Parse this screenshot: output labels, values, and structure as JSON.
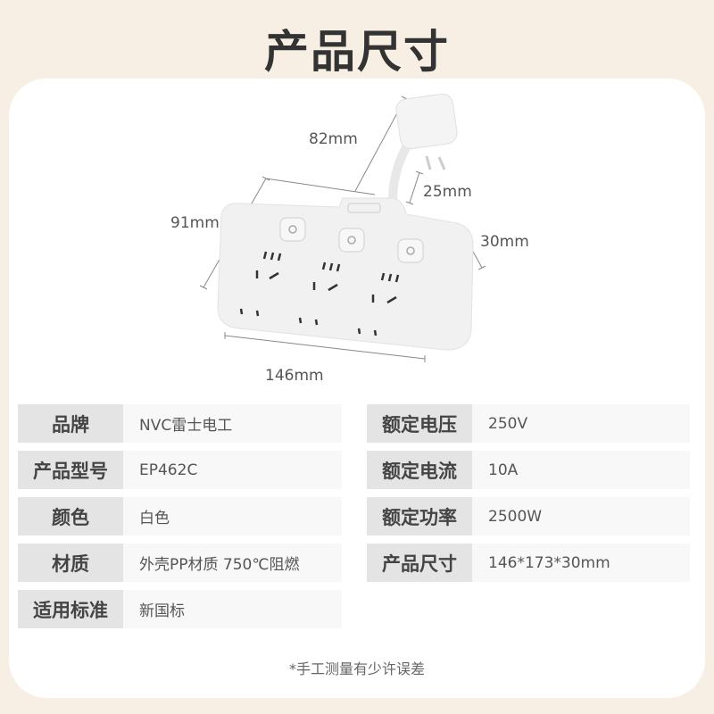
{
  "title": "产品尺寸",
  "dimensions": {
    "plug_length": "82mm",
    "plug_depth": "25mm",
    "depth": "91mm",
    "height": "30mm",
    "width": "146mm"
  },
  "specs_left": [
    {
      "label": "品牌",
      "value": "NVC雷士电工"
    },
    {
      "label": "产品型号",
      "value": "EP462C"
    },
    {
      "label": "颜色",
      "value": "白色"
    },
    {
      "label": "材质",
      "value": "外壳PP材质 750℃阻燃"
    },
    {
      "label": "适用标准",
      "value": "新国标"
    }
  ],
  "specs_right": [
    {
      "label": "额定电压",
      "value": "250V"
    },
    {
      "label": "额定电流",
      "value": "10A"
    },
    {
      "label": "额定功率",
      "value": "2500W"
    },
    {
      "label": "产品尺寸",
      "value": "146*173*30mm"
    }
  ],
  "note": "*手工测量有少许误差",
  "colors": {
    "background": "#f8efe4",
    "card": "#ffffff",
    "label_bg": "#e4e4e4",
    "value_bg": "#f9f8f8",
    "title": "#333333"
  }
}
